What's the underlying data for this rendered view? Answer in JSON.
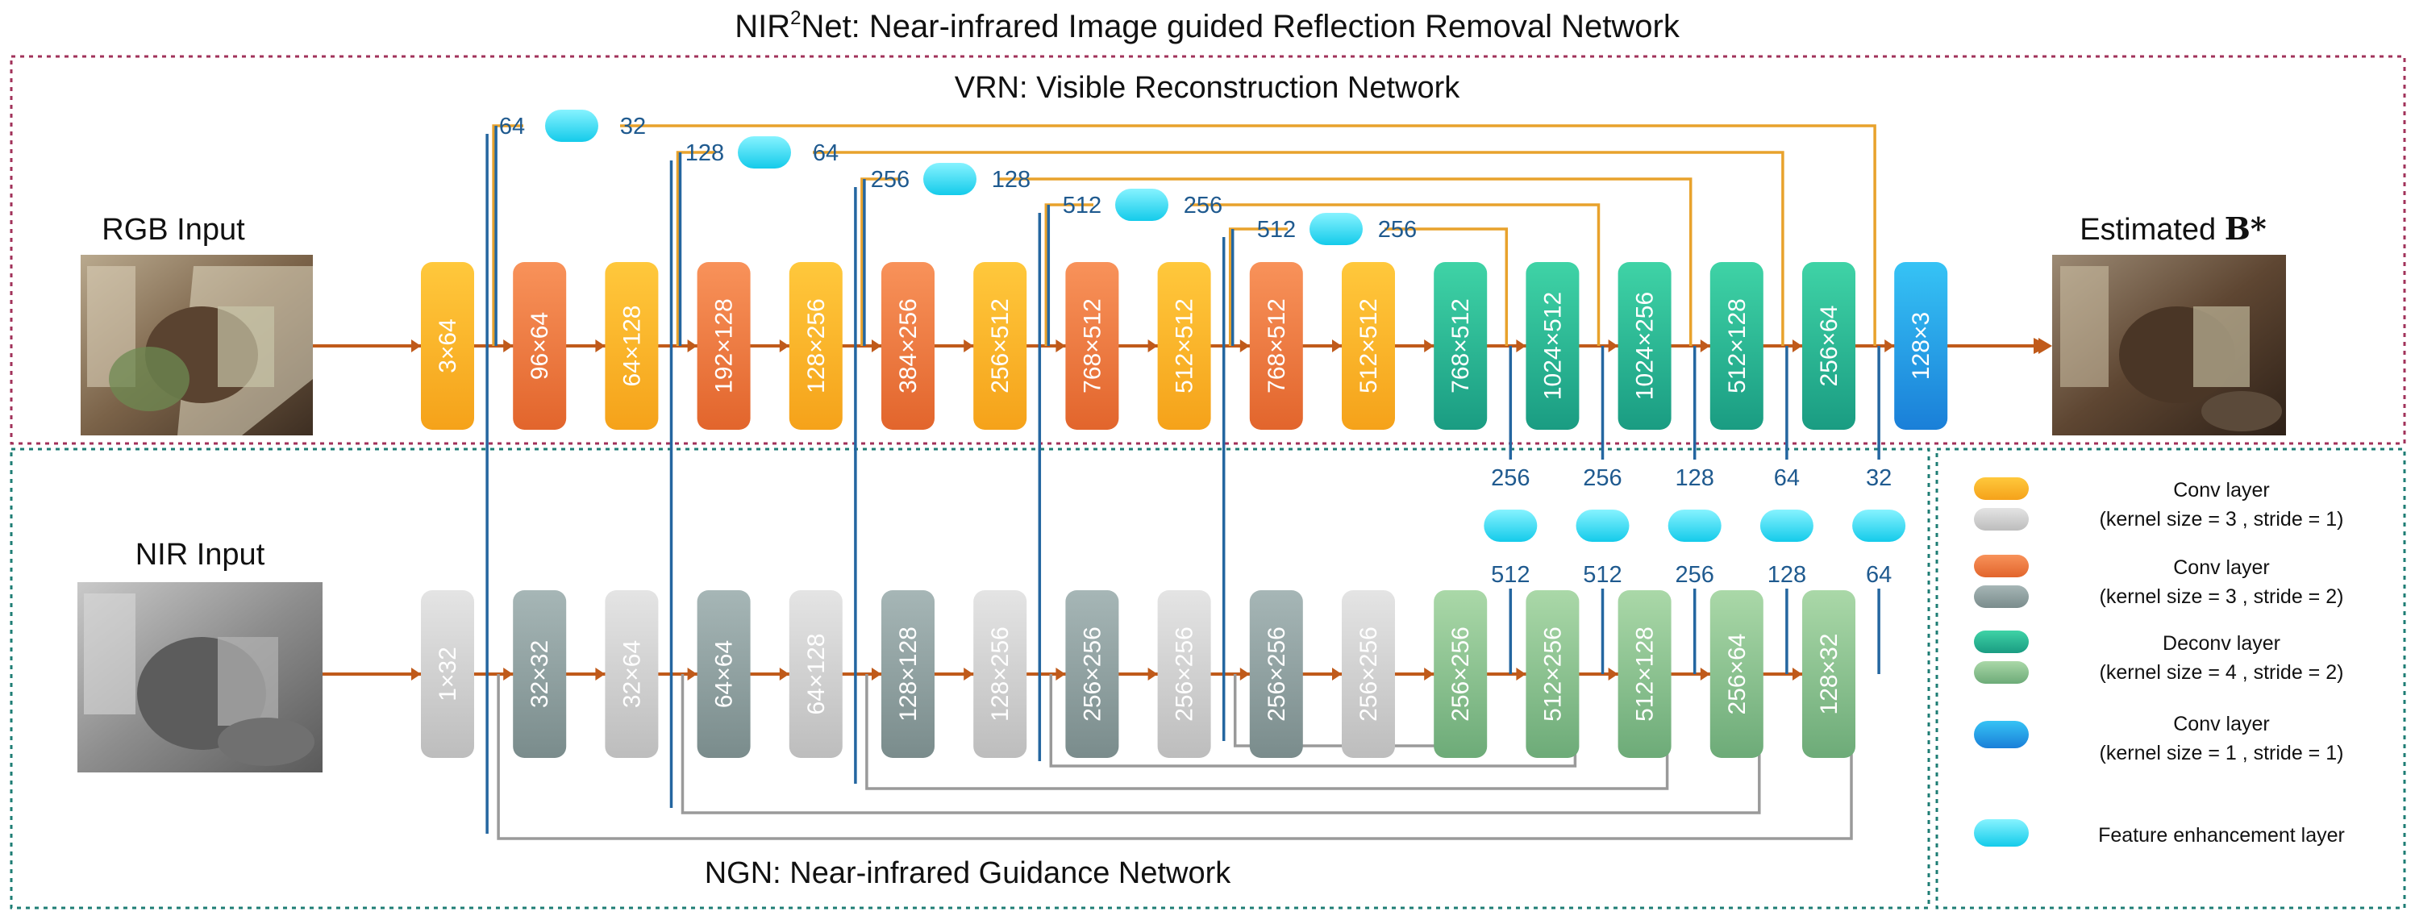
{
  "title": {
    "prefix": "NIR",
    "sup": "2",
    "rest": "Net: Near-infrared Image guided Reflection Removal Network"
  },
  "vrn_title": "VRN: Visible Reconstruction Network",
  "ngn_title": "NGN: Near-infrared Guidance Network",
  "rgb_input_label": "RGB Input",
  "nir_input_label": "NIR Input",
  "output_label": {
    "text": "Estimated ",
    "bold": "B*"
  },
  "vrn_layers": [
    {
      "label": "3×64",
      "kind": "conv3s1"
    },
    {
      "label": "96×64",
      "kind": "conv3s2"
    },
    {
      "label": "64×128",
      "kind": "conv3s1"
    },
    {
      "label": "192×128",
      "kind": "conv3s2"
    },
    {
      "label": "128×256",
      "kind": "conv3s1"
    },
    {
      "label": "384×256",
      "kind": "conv3s2"
    },
    {
      "label": "256×512",
      "kind": "conv3s1"
    },
    {
      "label": "768×512",
      "kind": "conv3s2"
    },
    {
      "label": "512×512",
      "kind": "conv3s1"
    },
    {
      "label": "768×512",
      "kind": "conv3s2"
    },
    {
      "label": "512×512",
      "kind": "conv3s1"
    },
    {
      "label": "768×512",
      "kind": "deconv"
    },
    {
      "label": "1024×512",
      "kind": "deconv"
    },
    {
      "label": "1024×256",
      "kind": "deconv"
    },
    {
      "label": "512×128",
      "kind": "deconv"
    },
    {
      "label": "256×64",
      "kind": "deconv"
    },
    {
      "label": "128×3",
      "kind": "conv1"
    }
  ],
  "ngn_layers": [
    {
      "label": "1×32",
      "kind": "conv3s1"
    },
    {
      "label": "32×32",
      "kind": "conv3s2"
    },
    {
      "label": "32×64",
      "kind": "conv3s1"
    },
    {
      "label": "64×64",
      "kind": "conv3s2"
    },
    {
      "label": "64×128",
      "kind": "conv3s1"
    },
    {
      "label": "128×128",
      "kind": "conv3s2"
    },
    {
      "label": "128×256",
      "kind": "conv3s1"
    },
    {
      "label": "256×256",
      "kind": "conv3s2"
    },
    {
      "label": "256×256",
      "kind": "conv3s1"
    },
    {
      "label": "256×256",
      "kind": "conv3s2"
    },
    {
      "label": "256×256",
      "kind": "conv3s1"
    },
    {
      "label": "256×256",
      "kind": "deconv"
    },
    {
      "label": "512×256",
      "kind": "deconv"
    },
    {
      "label": "512×128",
      "kind": "deconv"
    },
    {
      "label": "256×64",
      "kind": "deconv"
    },
    {
      "label": "128×32",
      "kind": "deconv"
    }
  ],
  "vrn_skips": [
    {
      "in": "64",
      "out": "32"
    },
    {
      "in": "128",
      "out": "64"
    },
    {
      "in": "256",
      "out": "128"
    },
    {
      "in": "512",
      "out": "256"
    },
    {
      "in": "512",
      "out": "256"
    }
  ],
  "ngn_guides": [
    {
      "in": "256",
      "out": "512"
    },
    {
      "in": "256",
      "out": "512"
    },
    {
      "in": "128",
      "out": "256"
    },
    {
      "in": "64",
      "out": "128"
    },
    {
      "in": "32",
      "out": "64"
    }
  ],
  "legend": [
    {
      "line1": "Conv layer",
      "line2": "(kernel size = 3 , stride = 1)"
    },
    {
      "line1": "Conv layer",
      "line2": "(kernel size = 3 , stride = 2)"
    },
    {
      "line1": "Deconv layer",
      "line2": "(kernel size = 4 , stride = 2)"
    },
    {
      "line1": "Conv layer",
      "line2": "(kernel size = 1 , stride = 1)"
    },
    {
      "line1": "Feature enhancement layer",
      "line2": ""
    }
  ],
  "colors": {
    "conv3s1_vrn": [
      "#ffc83c",
      "#f5a21a"
    ],
    "conv3s2_vrn": [
      "#f8925a",
      "#e2652c"
    ],
    "deconv_vrn": [
      "#3fd3a6",
      "#1a9c82"
    ],
    "conv1": [
      "#36c3f5",
      "#1a7fd8"
    ],
    "fe": [
      "#7cf0ff",
      "#17d0ee"
    ],
    "conv3s1_ngn": [
      "#dedede",
      "#c0c0c0"
    ],
    "conv3s2_ngn": [
      "#a2b2b2",
      "#7c8e8e"
    ],
    "deconv_ngn": [
      "#a8d6a6",
      "#6fae79"
    ],
    "orange_line": "#e8a22c",
    "blue_line": "#2466a0",
    "gray_line": "#9a9a9a",
    "arrow": "#c05a1a",
    "vrn_border": "#a1325a",
    "ngn_border": "#1e7d74"
  }
}
